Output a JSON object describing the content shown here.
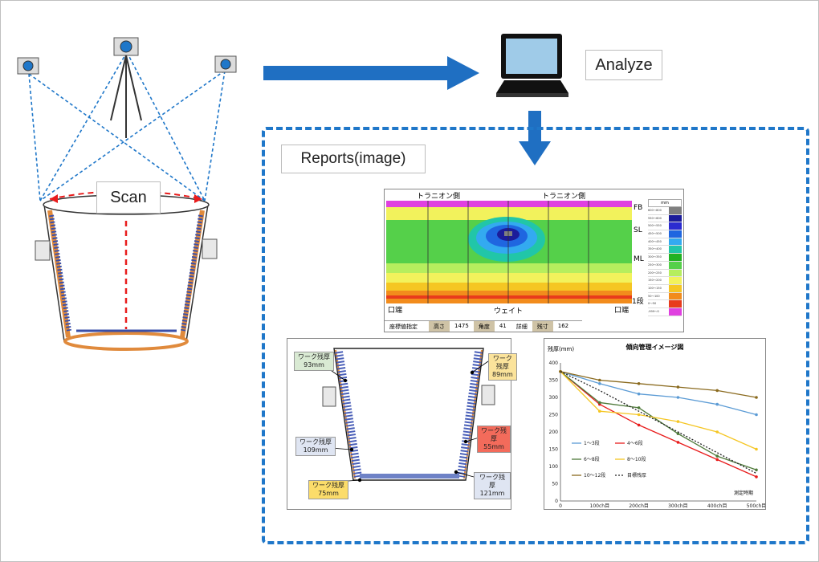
{
  "labels": {
    "scan": "Scan",
    "analyze": "Analyze",
    "reports": "Reports(image)"
  },
  "heatmap": {
    "top_left": "トラニオン側",
    "top_right": "トラニオン側",
    "bottom_left": "口端",
    "bottom_center": "ウェイト",
    "bottom_right": "口端",
    "right_labels": [
      "FB",
      "SL",
      "ML",
      "1段"
    ],
    "legend_header": "mm",
    "legend": [
      {
        "label": "600～800",
        "color": "#7f7f7f"
      },
      {
        "label": "550～600",
        "color": "#1c1c9a"
      },
      {
        "label": "500～550",
        "color": "#2b2bd0"
      },
      {
        "label": "450～500",
        "color": "#1f66e0"
      },
      {
        "label": "400～450",
        "color": "#33aaf0"
      },
      {
        "label": "350～400",
        "color": "#21c6a8"
      },
      {
        "label": "300～350",
        "color": "#22b222"
      },
      {
        "label": "250～300",
        "color": "#55d04a"
      },
      {
        "label": "200～250",
        "color": "#b6ee5e"
      },
      {
        "label": "150～200",
        "color": "#f2f25c"
      },
      {
        "label": "100～150",
        "color": "#f5c623"
      },
      {
        "label": "50～100",
        "color": "#f28c1c"
      },
      {
        "label": "0～50",
        "color": "#e83b1c"
      },
      {
        "label": "-999～0",
        "color": "#e040e0"
      }
    ],
    "footer": {
      "coord_label": "座標値指定",
      "height_label": "高さ",
      "height_value": "1475",
      "angle_label": "角度",
      "angle_value": "41",
      "detail_label": "詳細",
      "remain_label": "残寸",
      "remain_value": "162"
    }
  },
  "section": {
    "tags": [
      {
        "title": "ワーク残厚",
        "value": "93mm",
        "color": "#d9ead3"
      },
      {
        "title": "ワーク残厚",
        "value": "89mm",
        "color": "#fbe39b"
      },
      {
        "title": "ワーク残厚",
        "value": "55mm",
        "color": "#f36b5b"
      },
      {
        "title": "ワーク残厚",
        "value": "109mm",
        "color": "#dfe5f2"
      },
      {
        "title": "ワーク残厚",
        "value": "121mm",
        "color": "#dfe5f2"
      },
      {
        "title": "ワーク残厚",
        "value": "75mm",
        "color": "#fbdc6a"
      }
    ]
  },
  "chart_data": {
    "type": "line",
    "title": "傾向管理イメージ図",
    "ylabel": "残厚(mm)",
    "xlabel": "測定時期",
    "x": [
      "0",
      "100ch目",
      "200ch目",
      "300ch目",
      "400ch目",
      "500ch目"
    ],
    "ylim": [
      0,
      400
    ],
    "yticks": [
      0,
      50,
      100,
      150,
      200,
      250,
      300,
      350,
      400
    ],
    "series": [
      {
        "name": "1～3段",
        "color": "#5b9bd5",
        "dash": "",
        "marker": "diamond",
        "values": [
          375,
          340,
          310,
          300,
          280,
          250
        ]
      },
      {
        "name": "4～6段",
        "color": "#e81c1c",
        "dash": "",
        "marker": "square",
        "values": [
          375,
          280,
          220,
          170,
          120,
          70
        ]
      },
      {
        "name": "6～8段",
        "color": "#4f7a3a",
        "dash": "",
        "marker": "triangle",
        "values": [
          375,
          285,
          270,
          195,
          130,
          90
        ]
      },
      {
        "name": "8～10段",
        "color": "#f5c623",
        "dash": "",
        "marker": "circle",
        "values": [
          375,
          260,
          250,
          230,
          200,
          150
        ]
      },
      {
        "name": "10～12段",
        "color": "#8a6a1e",
        "dash": "",
        "marker": "square",
        "values": [
          375,
          350,
          340,
          330,
          320,
          300
        ]
      },
      {
        "name": "目標残厚",
        "color": "#222222",
        "dash": "2,2",
        "marker": "none",
        "values": [
          375,
          320,
          260,
          200,
          140,
          80
        ]
      }
    ]
  }
}
